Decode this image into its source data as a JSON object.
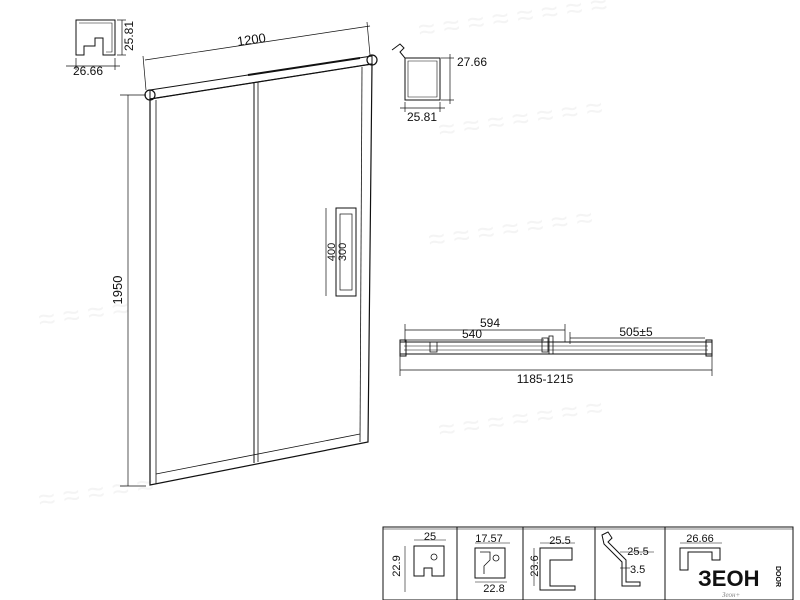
{
  "dimensions": {
    "top_profile_height": "25.81",
    "top_profile_width": "26.66",
    "overall_width": "1200",
    "right_profile_height": "27.66",
    "right_profile_width": "25.81",
    "overall_height": "1950",
    "handle_outer": "400",
    "handle_inner": "300",
    "plan_left_inner": "594",
    "plan_left_panel": "540",
    "plan_opening": "505±5",
    "plan_total": "1185-1215"
  },
  "profiles": [
    {
      "width": "25",
      "height": "22.9"
    },
    {
      "top": "17.57",
      "bottom": "22.8"
    },
    {
      "width": "25.5",
      "height": "23.6"
    },
    {
      "width": "25.5",
      "height": "3.5"
    },
    {
      "width": "26.66"
    }
  ],
  "brand": {
    "logo_main": "ЗЕОН",
    "logo_side": "DOOR",
    "logo_sub": "Зеон+"
  }
}
